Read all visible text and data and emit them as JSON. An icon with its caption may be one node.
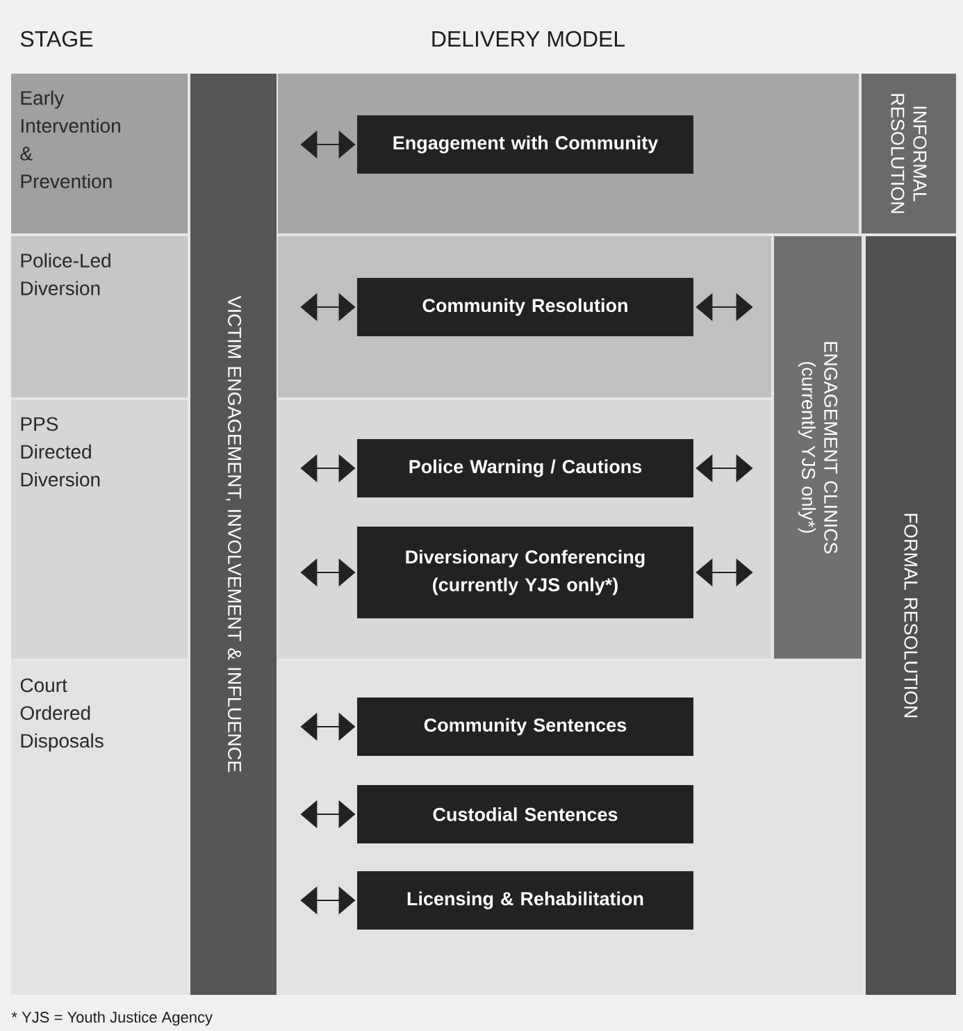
{
  "diagram": {
    "nodes": [
      {
        "text": [
          "Early Intervention & Prevention"
        ]
      },
      {
        "text": [
          "Police-Led Diversion"
        ]
      },
      {
        "text": [
          "PPS Directed Diversion"
        ]
      },
      {
        "text": [
          "Court Ordered Disposals"
        ]
      },
      {
        "text": [
          "VICTIM ENGAGEMENT, INVOLVEMENT & INFLUENCE"
        ]
      },
      {
        "text": [
          "INFORMAL RESOLUTION"
        ]
      },
      {
        "text": [
          "ENGAGEMENT CLINICS (currently YJS only*)"
        ]
      },
      {
        "text": [
          "FORMAL RESOLUTION"
        ]
      },
      {
        "text": [
          "Engagement with Community"
        ]
      },
      {
        "text": [
          "Community Resolution"
        ]
      },
      {
        "text": [
          "Police Warning / Cautions"
        ]
      },
      {
        "text": [
          "Diversionary Conferencing (currently YJS only*)"
        ]
      },
      {
        "text": [
          "Community Sentences"
        ]
      },
      {
        "text": [
          "Custodial Sentences"
        ]
      },
      {
        "text": [
          "Licensing & Rehabilitation"
        ]
      }
    ],
    "edges": [
      {
        "from": 4,
        "to": 8,
        "arrow": "both"
      },
      {
        "from": 4,
        "to": 9,
        "arrow": "both"
      },
      {
        "from": 9,
        "to": 6,
        "arrow": "both"
      },
      {
        "from": 4,
        "to": 10,
        "arrow": "both"
      },
      {
        "from": 10,
        "to": 6,
        "arrow": "both"
      },
      {
        "from": 4,
        "to": 11,
        "arrow": "both"
      },
      {
        "from": 11,
        "to": 6,
        "arrow": "both"
      },
      {
        "from": 4,
        "to": 12,
        "arrow": "both"
      },
      {
        "from": 4,
        "to": 13,
        "arrow": "both"
      },
      {
        "from": 4,
        "to": 14,
        "arrow": "both"
      }
    ],
    "labels": [
      "STAGE",
      "DELIVERY MODEL",
      "* YJS = Youth Justice Agency"
    ]
  }
}
